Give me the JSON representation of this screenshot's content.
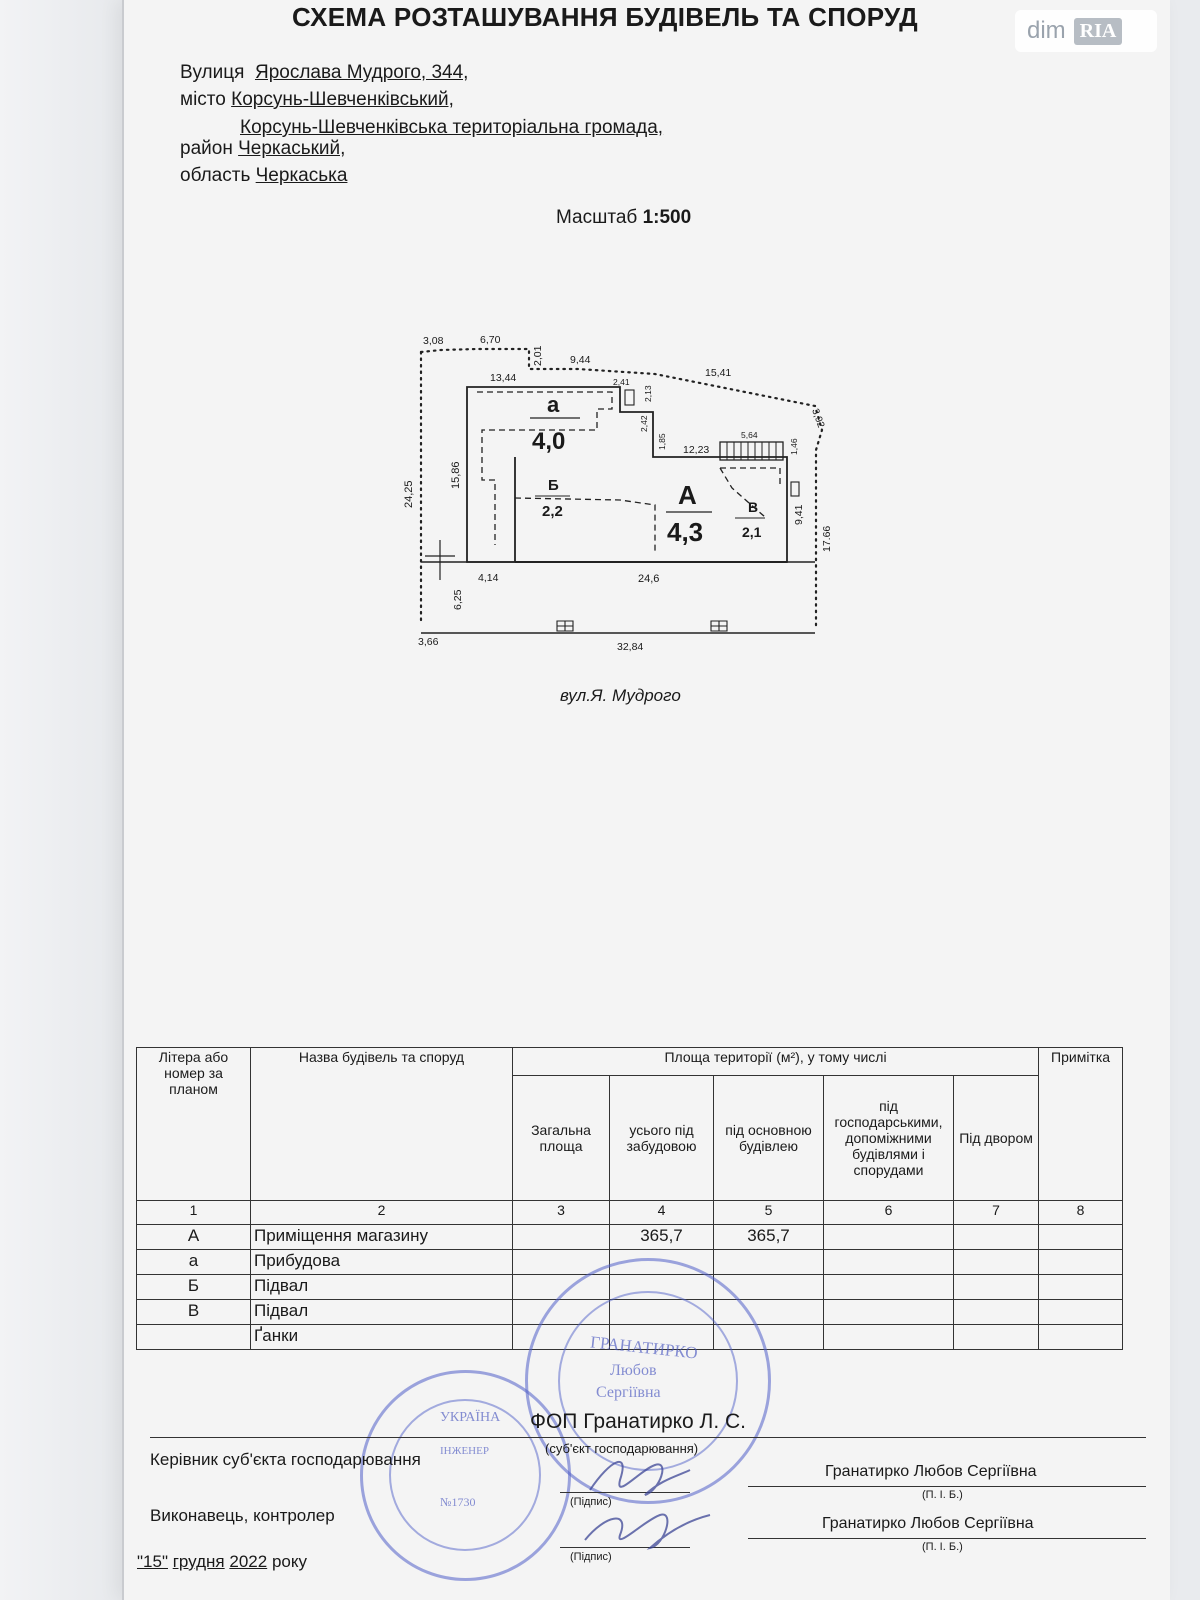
{
  "watermark": {
    "dim": "dim",
    "ria": "RIA"
  },
  "title": "СХЕМА РОЗТАШУВАННЯ БУДІВЕЛЬ ТА СПОРУД",
  "address": {
    "street_label": "Вулиця",
    "street_value": "Ярослава Мудрого, 344,",
    "city_label": "місто",
    "city_value": "Корсунь-Шевченківський,",
    "community_value": "Корсунь-Шевченківська територіальна громада,",
    "district_label": "район",
    "district_value": "Черкаський,",
    "region_label": "область",
    "region_value": "Черкаська"
  },
  "scale": {
    "label": "Масштаб",
    "value": "1:500"
  },
  "plan": {
    "dims": {
      "d308": "3,08",
      "d670": "6,70",
      "d201": "2,01",
      "d944": "9,44",
      "d1541": "15,41",
      "d1344": "13,44",
      "d241": "2,41",
      "d213": "2,13",
      "d242": "2,42",
      "d185": "1,85",
      "d1223": "12,23",
      "d564": "5,64",
      "d146": "1,46",
      "d392": "3,92",
      "d2425": "24,25",
      "d1586": "15,86",
      "d941": "9,41",
      "d1766": "17,66",
      "d414": "4,14",
      "d246": "24,6",
      "d625": "6,25",
      "d366": "3,66",
      "d3284": "32,84"
    },
    "labels": {
      "a_letter": "а",
      "a_height": "4,0",
      "b_letter": "Б",
      "b_height": "2,2",
      "A_letter": "А",
      "A_height": "4,3",
      "v_letter": "В",
      "v_height": "2,1"
    },
    "street_caption": "вул.Я. Мудрого"
  },
  "table": {
    "headers": {
      "col1": "Літера або номер за планом",
      "col2": "Назва будівель та споруд",
      "area_group": "Площа території (м²), у тому числі",
      "note": "Примітка",
      "total": "Загальна площа",
      "built": "усього під забудовою",
      "main": "під основною будівлею",
      "aux": "під господарськими, допоміжними будівлями і спорудами",
      "yard": "Під двором"
    },
    "col_numbers": [
      "1",
      "2",
      "3",
      "4",
      "5",
      "6",
      "7",
      "8"
    ],
    "rows": [
      {
        "letter": "А",
        "name": "Приміщення магазину",
        "total": "",
        "built": "365,7",
        "main": "365,7",
        "aux": "",
        "yard": "",
        "note": ""
      },
      {
        "letter": "а",
        "name": "Прибудова",
        "total": "",
        "built": "",
        "main": "",
        "aux": "",
        "yard": "",
        "note": ""
      },
      {
        "letter": "Б",
        "name": "Підвал",
        "total": "",
        "built": "",
        "main": "",
        "aux": "",
        "yard": "",
        "note": ""
      },
      {
        "letter": "В",
        "name": "Підвал",
        "total": "",
        "built": "",
        "main": "",
        "aux": "",
        "yard": "",
        "note": ""
      },
      {
        "letter": "",
        "name": "Ґанки",
        "total": "",
        "built": "",
        "main": "",
        "aux": "",
        "yard": "",
        "note": ""
      }
    ]
  },
  "signatures": {
    "entity_name": "ФОП Гранатирко Л. С.",
    "entity_caption": "(суб'єкт господарювання)",
    "head_label": "Керівник  суб'єкта господарювання",
    "head_sign_caption": "(Підпис)",
    "head_name": "Гранатирко Любов Сергіївна",
    "head_name_caption": "(П. І. Б.)",
    "executor_label": "Виконавець, контролер",
    "executor_sign_caption": "(Підпис)",
    "executor_name": "Гранатирко Любов Сергіївна",
    "executor_name_caption": "(П. І. Б.)",
    "date_day": "\"15\"",
    "date_month": "грудня",
    "date_year": "2022",
    "date_suffix": "року"
  }
}
